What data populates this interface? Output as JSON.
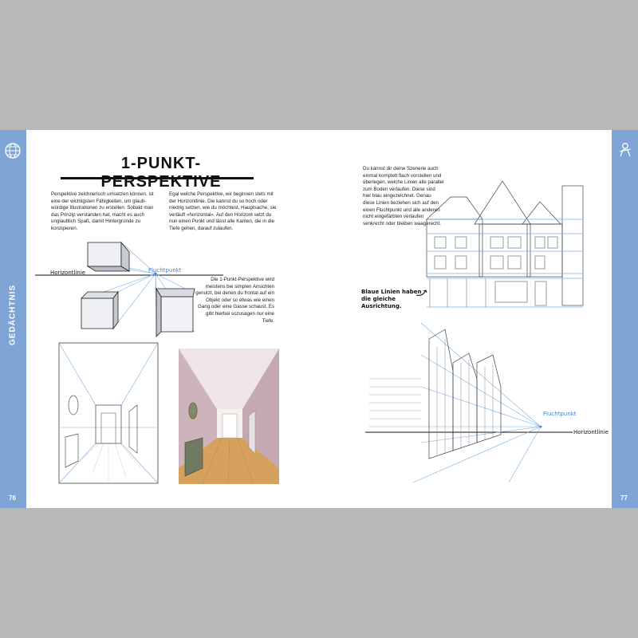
{
  "left_page": {
    "section_label": "GEDÄCHTNIS",
    "page_number": "76",
    "title": "1-PUNKT-PERSPEKTIVE",
    "intro_text": "Perspektive zeichnerisch umsetzen können, ist eine der wichtigsten Fähigkeiten, um glaub-würdige Illustrationen zu erstellen. Sobald man das Prinzip verstanden hat, macht es auch unglaublich Spaß, damit Hintergründe zu konzipieren.",
    "horizon_text": "Egal welche Perspektive, wir beginnen stets mit der Horizontlinie. Die kannst du so hoch oder niedrig setzen, wie du möchtest, Hauptsache, sie verläuft »horizontal«. Auf den Horizont setzt du nun einen Punkt und lässt alle Kanten, die in die Tiefe gehen, darauf zulaufen.",
    "label_horizon": "Horizontlinie",
    "label_vanishing": "Fluchtpunkt",
    "side_text": "Die 1-Punkt-Perspektive wird meistens bei simplen Ansichten genutzt, bei denen du frontal auf ein Objekt oder so etwas wie einen Gang oder eine Gasse schaust. Es gibt hierbei sozusagen nur eine Tiefe."
  },
  "right_page": {
    "page_number": "77",
    "scene_text": "Du kannst dir deine Szenerie auch einmal komplett flach vorstellen und überlegen, welche Linien alle parallel zum Boden verlaufen. Diese sind hier blau eingezeichnet. Genau diese Linien beziehen sich auf den einen Fluchtpunkt und alle anderen nicht eingefärbten verlaufen senkrecht oder bleiben waagerecht.",
    "blue_lines_note": "Blaue Linien haben die gleiche Ausrichtung.",
    "label_vanishing": "Fluchtpunkt",
    "label_horizon": "Horizontlinie"
  },
  "colors": {
    "band": "#7ea4d6",
    "accent_blue": "#3f7fd6",
    "line_blue": "#79aee6"
  },
  "icons": {
    "left_band": "globe-icon",
    "right_band": "person-icon"
  }
}
